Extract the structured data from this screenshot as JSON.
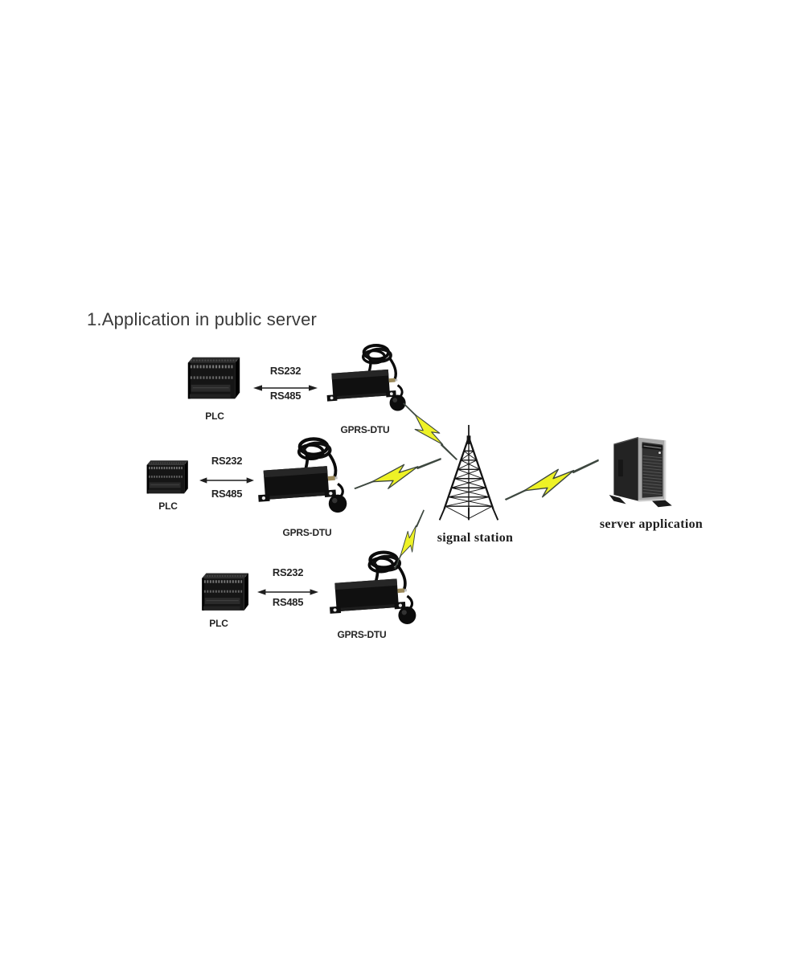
{
  "title": "1.Application in public server",
  "rows": [
    {
      "plc_label": "PLC",
      "rs232": "RS232",
      "rs485": "RS485",
      "dtu_label": "GPRS-DTU"
    },
    {
      "plc_label": "PLC",
      "rs232": "RS232",
      "rs485": "RS485",
      "dtu_label": "GPRS-DTU"
    },
    {
      "plc_label": "PLC",
      "rs232": "RS232",
      "rs485": "RS485",
      "dtu_label": "GPRS-DTU"
    }
  ],
  "tower": {
    "label": "signal station"
  },
  "server": {
    "label": "server application"
  },
  "icons": {
    "plc_device": "plc-controller-photo",
    "dtu_device": "gprs-dtu-modem-photo",
    "tower": "signal-tower-icon",
    "server": "tower-server-icon",
    "link_bolt": "lightning-bolt-icon",
    "serial_arrow": "double-headed-arrow-icon"
  },
  "colors": {
    "background": "#ffffff",
    "title_text": "#3a3a3a",
    "label_text": "#242424",
    "serif_label_text": "#1c1c1c",
    "bolt_fill": "#eef226",
    "bolt_outline": "#3d473f",
    "arrow": "#1e1e1e"
  }
}
